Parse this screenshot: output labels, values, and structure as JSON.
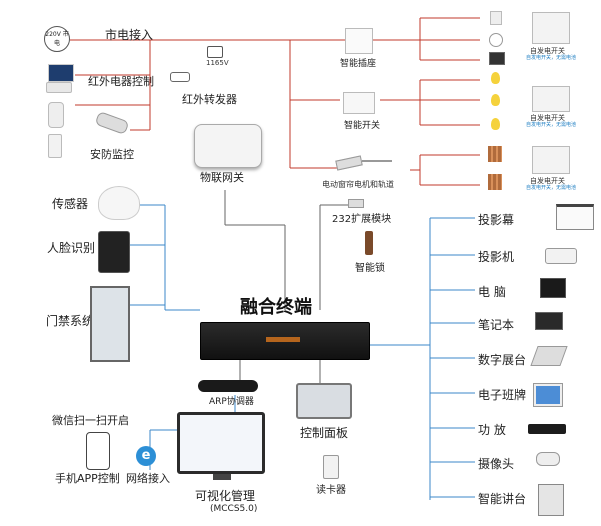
{
  "title": "融合终端",
  "top_left": {
    "mains_badge": "220V 市电",
    "mains_label": "市电接入",
    "ir_control_label": "红外电器控制",
    "security_label": "安防监控",
    "ir_repeater_label": "红外转发器",
    "iot_gateway_label": "物联网关",
    "box_label": "1165V"
  },
  "middle": {
    "smart_socket_label": "智能插座",
    "smart_switch_label": "智能开关",
    "curtain_label": "电动窗帘电机和轨道",
    "expansion_label": "232扩展模块",
    "smart_lock_label": "智能锁"
  },
  "right_top": {
    "self_switch_labels": [
      "自发电开关",
      "自发电开关",
      "自发电开关"
    ],
    "self_switch_sub": "自发电开关，无需电池"
  },
  "left": {
    "sensor_label": "传感器",
    "face_label": "人脸识别",
    "access_label": "门禁系统",
    "wechat_label": "微信扫一扫开启",
    "app_label": "手机APP控制",
    "web_label": "网络接入"
  },
  "bottom": {
    "arp_label": "ARP协调器",
    "control_panel_label": "控制面板",
    "card_reader_label": "读卡器",
    "visual_label": "可视化管理",
    "visual_sub": "(MCCS5.0)"
  },
  "right_list": {
    "items": [
      "投影幕",
      "投影机",
      "电  脑",
      "笔记本",
      "数字展台",
      "电子班牌",
      "功  放",
      "摄像头",
      "智能讲台"
    ]
  },
  "colors": {
    "power_line": "#c0392b",
    "network_line": "#3b87c9",
    "gray_line": "#666666"
  }
}
